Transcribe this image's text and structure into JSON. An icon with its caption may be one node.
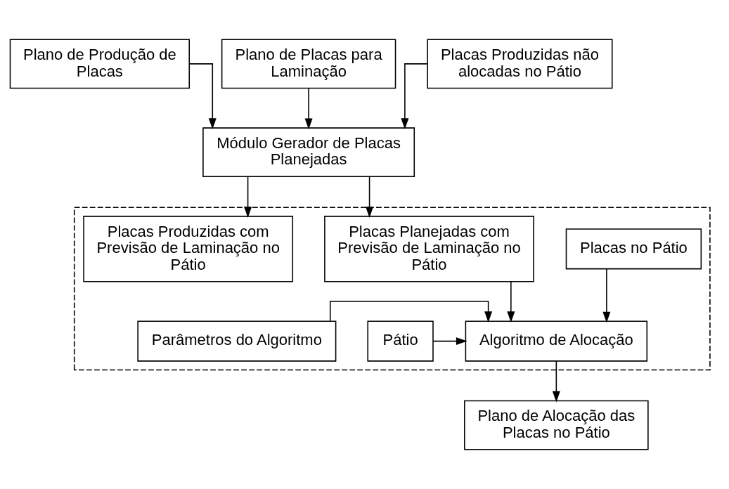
{
  "diagram": {
    "nodes": [
      {
        "text": [
          "Plano de Produção de Placas"
        ]
      },
      {
        "text": [
          "Plano de Placas para Laminação"
        ]
      },
      {
        "text": [
          "Placas Produzidas não alocadas no Pátio"
        ]
      },
      {
        "text": [
          "Módulo Gerador de Placas Planejadas"
        ]
      },
      {
        "text": [],
        "shape": "box"
      },
      {
        "text": [
          "Placas no Pátio"
        ],
        "in": 4
      },
      {
        "text": [
          "Placas Planejadas com Previsão de Laminação no Pátio"
        ],
        "in": 4
      },
      {
        "text": [
          "Placas Produzidas com Previsão de Laminação no Pátio"
        ],
        "in": 4
      },
      {
        "text": [
          "Pátio"
        ],
        "in": 4
      },
      {
        "text": [
          "Algoritmo de Alocação"
        ],
        "in": 4
      },
      {
        "text": [
          "Parâmetros do Algoritmo"
        ],
        "in": 4
      },
      {
        "text": [
          "Plano de Alocação das Placas no Pátio"
        ]
      }
    ],
    "edges": [
      {
        "from": 0,
        "to": 3,
        "arrow": "to"
      },
      {
        "from": 1,
        "to": 3,
        "arrow": "to"
      },
      {
        "from": 2,
        "to": 3,
        "arrow": "to"
      },
      {
        "from": 3,
        "to": 6,
        "arrow": "to"
      },
      {
        "from": 3,
        "to": 7,
        "arrow": "to"
      },
      {
        "from": 5,
        "to": 9,
        "arrow": "to"
      },
      {
        "from": 6,
        "to": 9,
        "arrow": "to"
      },
      {
        "from": 8,
        "to": 9,
        "arrow": "to"
      },
      {
        "from": 10,
        "to": 9,
        "arrow": "to"
      },
      {
        "from": 9,
        "to": 11,
        "arrow": "to"
      }
    ]
  }
}
